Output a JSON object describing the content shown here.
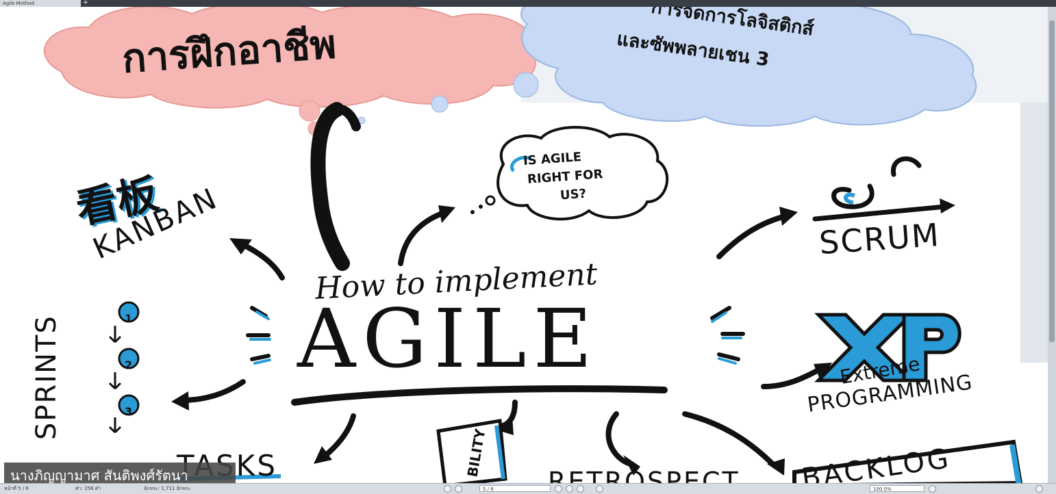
{
  "window": {
    "tab_label": "Agile Method",
    "new_tab_symbol": "+"
  },
  "slide": {
    "title_cloud_text": "การฝึกอาชีพ",
    "subtitle_cloud_line1": "การจัดการโลจิสติกส์",
    "subtitle_cloud_line2": "และซัพพลายเชน 3",
    "kanban_kanji": "看板",
    "kanban_label": "KANBAN",
    "question_line1": "IS AGILE",
    "question_line2": "RIGHT FOR",
    "question_line3": "US?",
    "how_to": "How to implement",
    "agile": "AGILE",
    "scrum_label": "SCRUM",
    "xp_label": "XP",
    "xp_line1": "Extreme",
    "xp_line2": "PROGRAMMING",
    "sprints_label": "SPRINTS",
    "sprint_numbers": [
      "1",
      "2",
      "3"
    ],
    "tasks_label": "TASKS",
    "visibility_label": "BILITY",
    "retrospect_label": "RETROSPECT",
    "backlog_label": "BACKLOG"
  },
  "presenter_caption": "นางภิญญามาศ สันติพงศ์รัตนา",
  "statusbar": {
    "page_info": "หน้าที่ 5 / 6",
    "words": "คำ: 256 คำ",
    "chars": "อักขระ: 1,711 อักขระ",
    "page_input": "5 / 6",
    "zoom": "100.0%"
  },
  "colors": {
    "accent_blue": "#2b9bd8",
    "pink_cloud": "#f6b6b3",
    "blue_cloud": "#c7d9f4",
    "ink": "#111111"
  }
}
